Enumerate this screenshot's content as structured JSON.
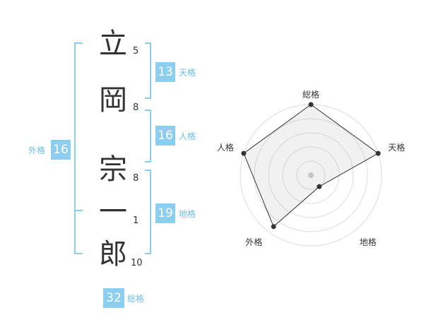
{
  "name": {
    "chars": [
      {
        "char": "立",
        "strokes": "5"
      },
      {
        "char": "岡",
        "strokes": "8"
      },
      {
        "char": "宗",
        "strokes": "8"
      },
      {
        "char": "一",
        "strokes": "1"
      },
      {
        "char": "郎",
        "strokes": "10"
      }
    ]
  },
  "fortunes": {
    "tenkaku": {
      "value": "13",
      "label": "天格"
    },
    "jinkaku": {
      "value": "16",
      "label": "人格"
    },
    "chikaku": {
      "value": "19",
      "label": "地格"
    },
    "gaikaku": {
      "value": "16",
      "label": "外格"
    },
    "soukaku": {
      "value": "32",
      "label": "総格"
    }
  },
  "colors": {
    "accent": "#8ccdf0",
    "accent_text": "#6fbde8",
    "text": "#333333"
  },
  "chart_data": {
    "type": "radar",
    "axes": [
      "総格",
      "天格",
      "地格",
      "外格",
      "人格"
    ],
    "values": [
      1.0,
      1.0,
      0.2,
      0.9,
      1.0
    ],
    "range": [
      0,
      1
    ],
    "grid_rings": 5,
    "grid": true
  }
}
